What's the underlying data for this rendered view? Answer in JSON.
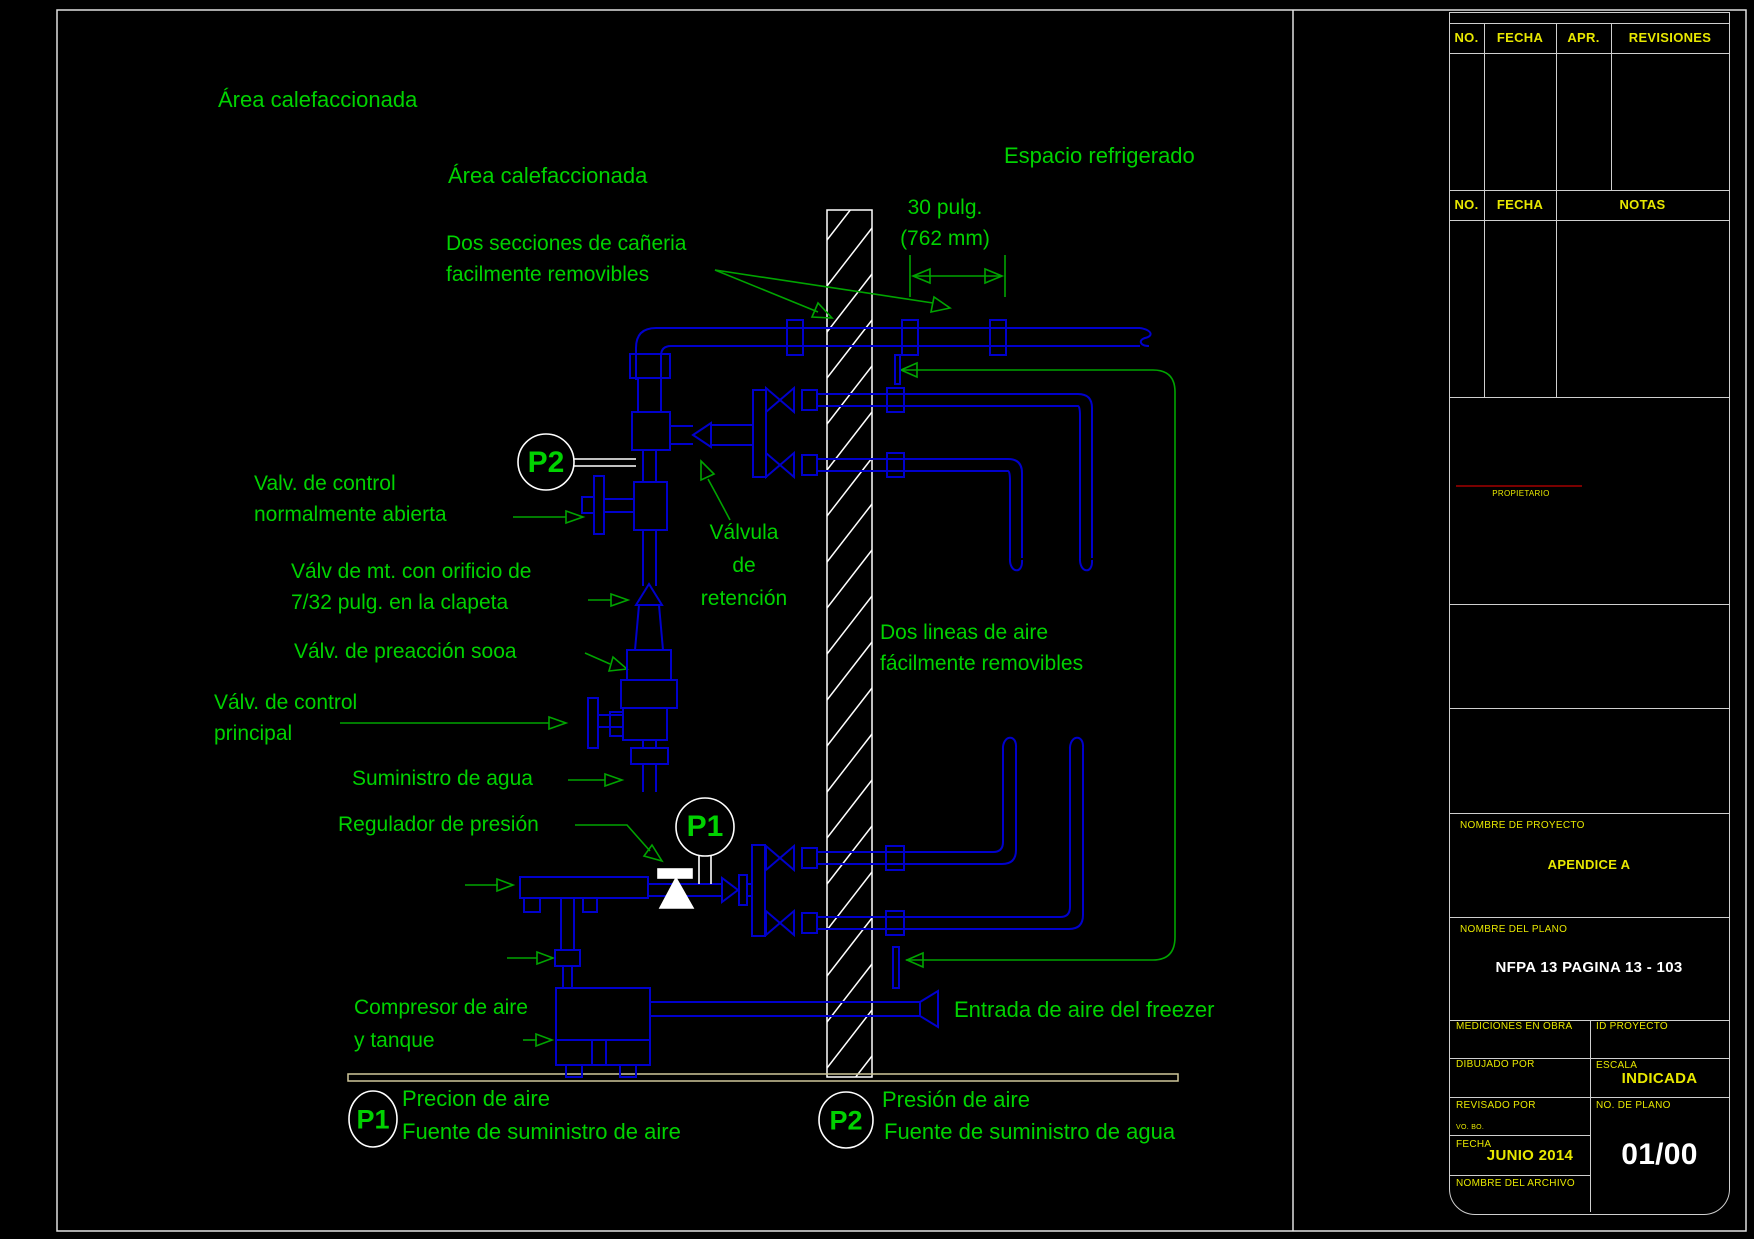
{
  "colors": {
    "background": "#000000",
    "annotation_green": "#00d200",
    "line_green": "#00a400",
    "pipe_blue": "#0000cc",
    "wall_white": "#ffffff",
    "title_yellow": "#e8e800",
    "title_white": "#ffffff",
    "ground_tan": "#cfc79a",
    "owner_red": "#7a0000"
  },
  "diagram": {
    "labels": {
      "area_calefaccionada_top": "Área calefaccionada",
      "area_calefaccionada_mid": "Área calefaccionada",
      "dos_secciones": "Dos secciones de cañeria\nfacilmente removibles",
      "espacio_refrigerado": "Espacio refrigerado",
      "dim_30": "30 pulg.\n(762 mm)",
      "valv_control_abierta": "Valv. de control\nnormalmente abierta",
      "valv_mt": "Válv de mt. con orificio de\n7/32 pulg. en la clapeta",
      "valv_preaccion": "Válv. de preacción sooa",
      "valv_control_principal": "Válv. de control\nprincipal",
      "suministro_agua": "Suministro de agua",
      "regulador_presion": "Regulador de presión",
      "valvula_retencion": "Válvula\nde\nretención",
      "dos_lineas": "Dos lineas de aire\nfácilmente removibles",
      "entrada_aire": "Entrada de aire del freezer",
      "compresor": "Compresor de aire\ny tanque"
    },
    "markers": {
      "p1": "P1",
      "p2": "P2"
    },
    "legend": {
      "p1_line1": "Precion de aire",
      "p1_line2": "Fuente de suministro de aire",
      "p2_line1": "Presión de aire",
      "p2_line2": "Fuente de suministro de agua"
    }
  },
  "titleblock": {
    "revisions": {
      "no": "NO.",
      "fecha": "FECHA",
      "apr": "APR.",
      "revisiones": "REVISIONES"
    },
    "notas": {
      "no": "NO.",
      "fecha": "FECHA",
      "notas": "NOTAS"
    },
    "propietario": "PROPIETARIO",
    "proyecto_label": "NOMBRE DE PROYECTO",
    "proyecto_value": "APENDICE A",
    "plano_label": "NOMBRE DEL PLANO",
    "plano_value": "NFPA 13 PAGINA 13 - 103",
    "mediciones_label": "MEDICIONES EN OBRA",
    "id_proyecto_label": "ID PROYECTO",
    "dibujado_label": "DIBUJADO POR",
    "escala_label": "ESCALA",
    "escala_value": "INDICADA",
    "revisado_label": "REVISADO POR",
    "vobo_label": "VO. BO.",
    "no_plano_label": "NO. DE PLANO",
    "no_plano_value": "01/00",
    "fecha_label": "FECHA",
    "fecha_value": "JUNIO 2014",
    "archivo_label": "NOMBRE DEL ARCHIVO"
  }
}
